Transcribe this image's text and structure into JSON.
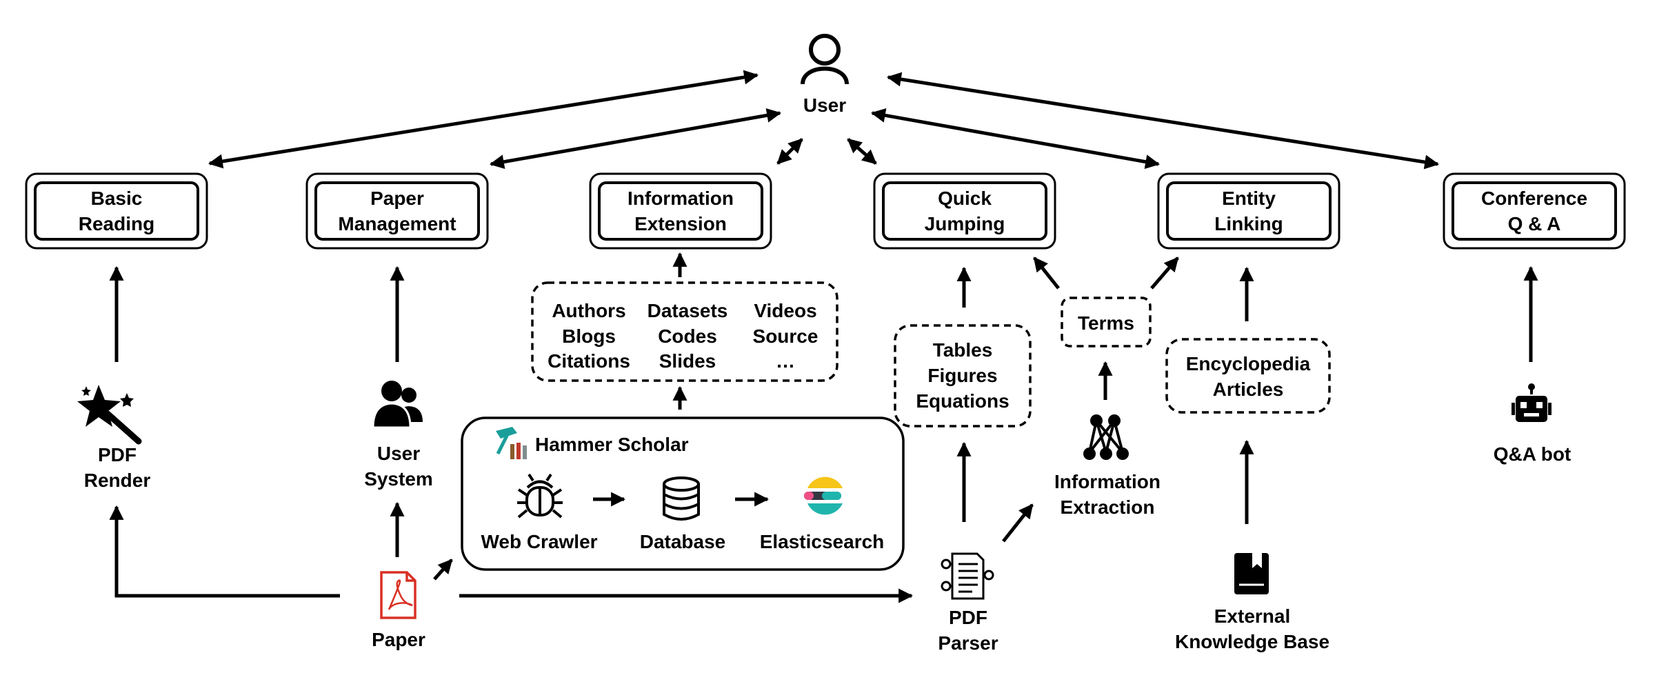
{
  "user": {
    "label": "User"
  },
  "features": {
    "basic_reading": [
      "Basic",
      "Reading"
    ],
    "paper_management": [
      "Paper",
      "Management"
    ],
    "information_extension": [
      "Information",
      "Extension"
    ],
    "quick_jumping": [
      "Quick",
      "Jumping"
    ],
    "entity_linking": [
      "Entity",
      "Linking"
    ],
    "conference_qa": [
      "Conference",
      "Q & A"
    ]
  },
  "extension_items": {
    "col1": [
      "Authors",
      "Blogs",
      "Citations"
    ],
    "col2": [
      "Datasets",
      "Codes",
      "Slides"
    ],
    "col3": [
      "Videos",
      "Source",
      "…"
    ]
  },
  "tables_box": [
    "Tables",
    "Figures",
    "Equations"
  ],
  "terms_box": [
    "Terms"
  ],
  "encyclopedia_box": [
    "Encyclopedia",
    "Articles"
  ],
  "components": {
    "pdf_render": [
      "PDF",
      "Render"
    ],
    "user_system": [
      "User",
      "System"
    ],
    "information_extraction": [
      "Information",
      "Extraction"
    ],
    "qa_bot": [
      "Q&A bot"
    ],
    "paper": [
      "Paper"
    ],
    "pdf_parser": [
      "PDF",
      "Parser"
    ],
    "external_kb": [
      "External",
      "Knowledge Base"
    ]
  },
  "hammer_scholar": {
    "title": "Hammer Scholar",
    "web_crawler": "Web Crawler",
    "database": "Database",
    "elasticsearch": "Elasticsearch"
  },
  "colors": {
    "stroke": "#000000",
    "pdf_red": "#d93025",
    "hammer_teal": "#1a9e9a",
    "hammer_brown": "#8b5a2b",
    "es_yellow": "#f5c518",
    "es_teal": "#1fb5ad",
    "es_dark": "#343741",
    "es_pink": "#ef4f87"
  }
}
